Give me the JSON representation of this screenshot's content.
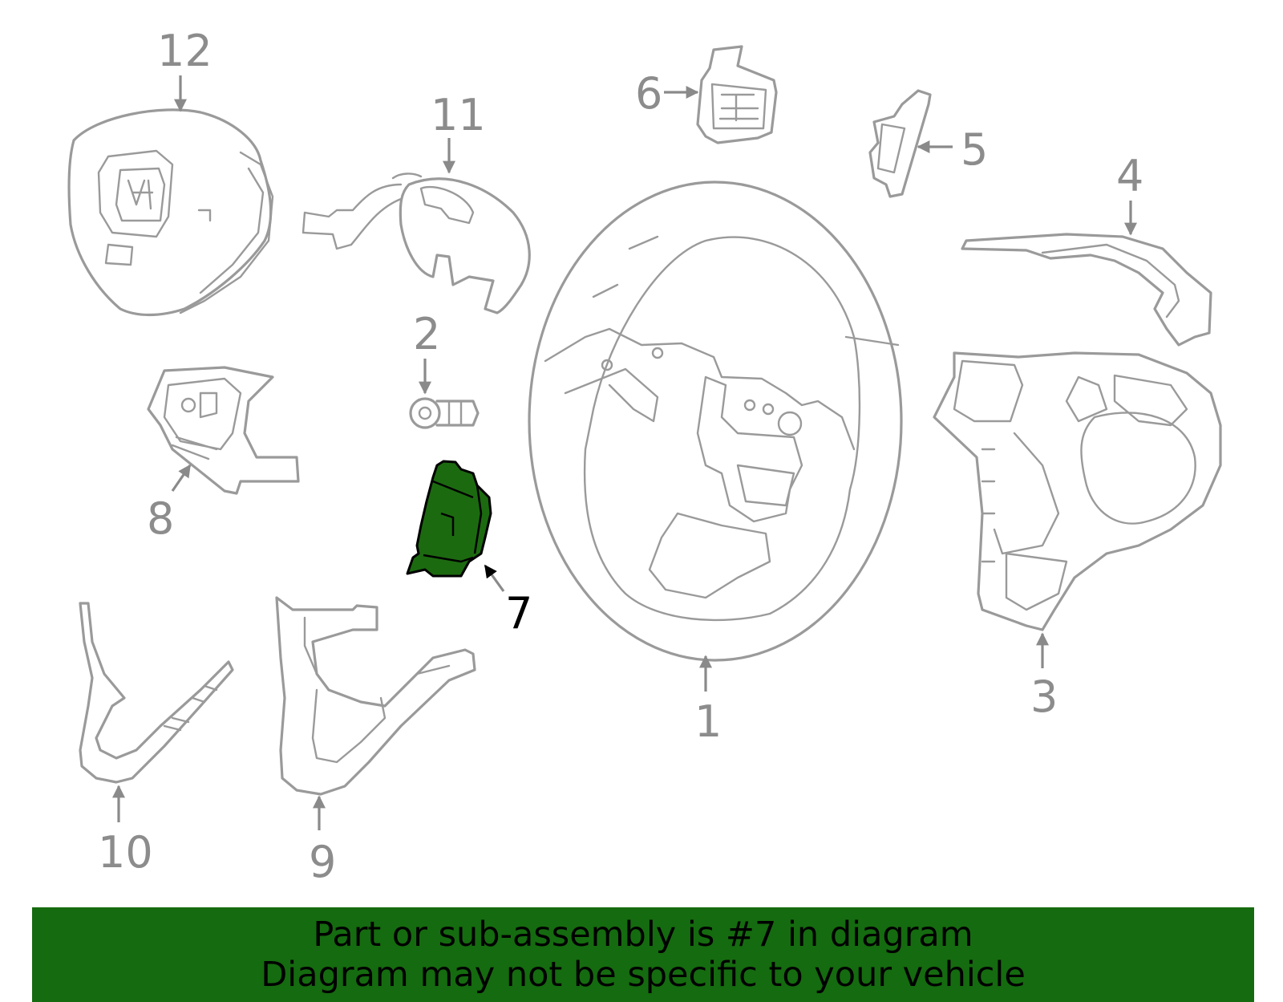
{
  "callouts": {
    "c1": "1",
    "c2": "2",
    "c3": "3",
    "c4": "4",
    "c5": "5",
    "c6": "6",
    "c7": "7",
    "c8": "8",
    "c9": "9",
    "c10": "10",
    "c11": "11",
    "c12": "12"
  },
  "highlighted_part": "7",
  "colors": {
    "highlight": "#1c6a10",
    "banner": "#156b0f",
    "outline": "#9a9a9a"
  },
  "banner": {
    "line1": "Part or sub-assembly is #7 in diagram",
    "line2": "Diagram may not be specific to your vehicle"
  }
}
